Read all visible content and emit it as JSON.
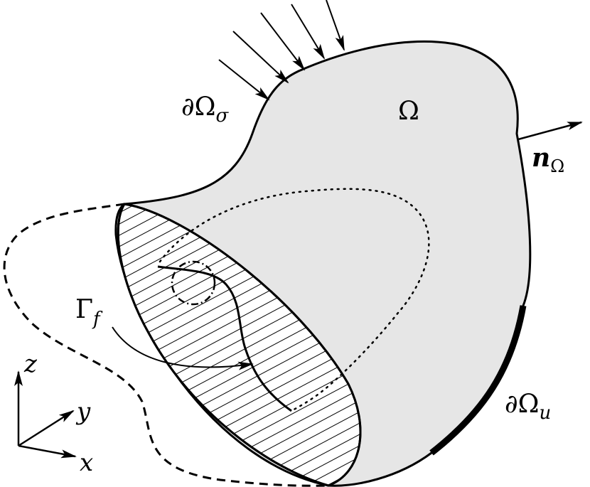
{
  "labels": {
    "domain": {
      "main": "Ω"
    },
    "traction_boundary": {
      "main": "∂Ω",
      "sub": "σ"
    },
    "displacement_boundary": {
      "main": "∂Ω",
      "sub": "u"
    },
    "normal": {
      "main": "n",
      "sub": "Ω"
    },
    "fracture": {
      "main": "Γ",
      "sub": "f"
    },
    "axes": {
      "z": "z",
      "y": "y",
      "x": "x"
    }
  },
  "colors": {
    "body_fill": "#e6e6e6",
    "stroke": "#000000",
    "section_fill": "#ffffff"
  }
}
